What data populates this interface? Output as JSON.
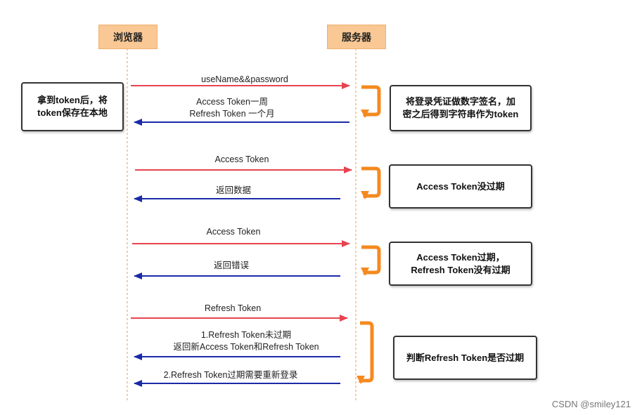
{
  "participants": {
    "browser": "浏览器",
    "server": "服务器"
  },
  "notes": {
    "browser_note": [
      "拿到token后，将",
      "token保存在本地"
    ],
    "sign_note": [
      "将登录凭证做数字签名，加",
      "密之后得到字符串作为token"
    ],
    "not_expired_note": "Access Token没过期",
    "expired_note": [
      "Access Token过期，",
      "Refresh Token没有过期"
    ],
    "judge_note": "判断Refresh Token是否过期"
  },
  "messages": {
    "m1": "useName&&password",
    "m2": [
      "Access Token一周",
      "Refresh Token 一个月"
    ],
    "m3": "Access Token",
    "m4": "返回数据",
    "m5": "Access Token",
    "m6": "返回错误",
    "m7": "Refresh Token",
    "m8": [
      "1.Refresh Token未过期",
      "返回新Access Token和Refresh Token"
    ],
    "m9": "2.Refresh Token过期需要重新登录"
  },
  "colors": {
    "request_arrow": "#e8434f",
    "response_arrow": "#1a2aa8",
    "loop_arrow": "#f5891f",
    "header_fill": "#f9c894",
    "lifeline": "#f3b77a"
  },
  "watermark": "CSDN @smiley121"
}
